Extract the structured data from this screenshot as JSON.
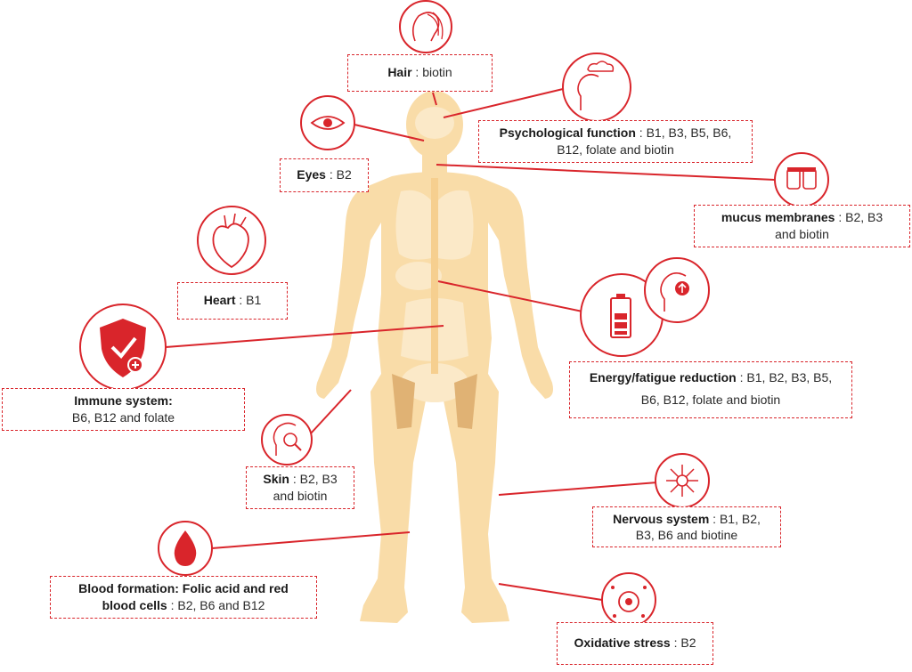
{
  "labels": {
    "hair": {
      "title": "Hair",
      "sep": " : ",
      "text": "biotin"
    },
    "psych": {
      "title": "Psychological function",
      "sep": " : ",
      "text1": "B1, B3, B5, B6,",
      "text2": "B12, folate and biotin"
    },
    "eyes": {
      "title": "Eyes",
      "sep": " : ",
      "text": "B2"
    },
    "mucus": {
      "title": "mucus membranes",
      "sep": " : ",
      "text1": "B2, B3",
      "text2": "and biotin"
    },
    "heart": {
      "title": "Heart",
      "sep": " : ",
      "text": "B1"
    },
    "immune": {
      "title": "Immune system:",
      "text": "B6, B12 and folate"
    },
    "energy": {
      "title": "Energy/fatigue reduction",
      "sep": " : ",
      "text1": "B1, B2, B3, B5,",
      "text2": "B6, B12, folate and biotin"
    },
    "skin": {
      "title": "Skin",
      "sep": " : ",
      "text1": "B2, B3",
      "text2": "and biotin"
    },
    "nervous": {
      "title": "Nervous system",
      "sep": " : ",
      "text1": "B1, B2,",
      "text2": "B3, B6 and biotine"
    },
    "blood": {
      "title1": "Blood formation: Folic acid and red",
      "title2": "blood cells",
      "sep": " : ",
      "text": "B2, B6 and B12"
    },
    "oxidative": {
      "title": "Oxidative stress",
      "sep": " : ",
      "text": "B2"
    }
  },
  "icons": [
    "hair-icon",
    "head-cloud-icon",
    "eye-icon",
    "mucus-membrane-icon",
    "heart-icon",
    "shield-check-icon",
    "battery-icon",
    "head-energy-icon",
    "skin-icon",
    "neuron-icon",
    "blood-drop-icon",
    "oxidative-cell-icon"
  ],
  "colors": {
    "accent": "#d9252b",
    "body": "#f9dca8",
    "organ": "#fbe9c8"
  }
}
